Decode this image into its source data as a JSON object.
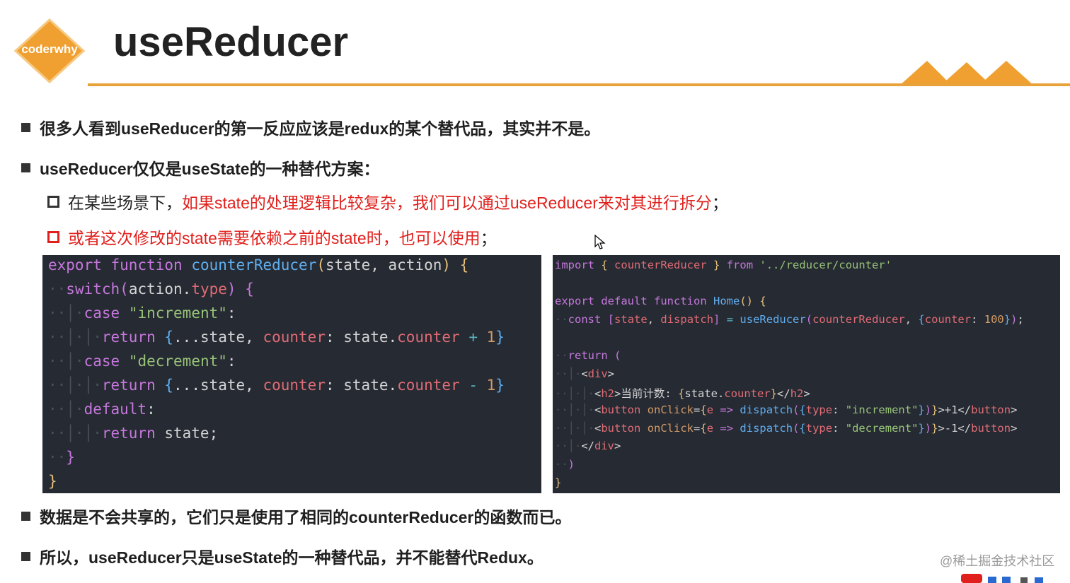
{
  "header": {
    "logo_text": "coderwhy",
    "title": "useReducer",
    "accent_color": "#e8a23a"
  },
  "bullets": {
    "b1": "很多人看到useReducer的第一反应应该是redux的某个替代品，其实并不是。",
    "b2": "useReducer仅仅是useState的一种替代方案：",
    "s1_black": "在某些场景下，",
    "s1_red": "如果state的处理逻辑比较复杂，我们可以通过useReducer来对其进行拆分",
    "s1_end": "；",
    "s2_red": "或者这次修改的state需要依赖之前的state时，也可以使用",
    "s2_end": "；",
    "b3": "数据是不会共享的，它们只是使用了相同的counterReducer的函数而已。",
    "b4": "所以，useReducer只是useState的一种替代品，并不能替代Redux。"
  },
  "code_left": [
    "export function counterReducer(state, action) {",
    "  switch(action.type) {",
    "    case \"increment\":",
    "      return {...state, counter: state.counter + 1}",
    "    case \"decrement\":",
    "      return {...state, counter: state.counter - 1}",
    "    default:",
    "      return state;",
    "  }",
    "}"
  ],
  "code_right": [
    "import { counterReducer } from '../reducer/counter'",
    "",
    "export default function Home() {",
    "  const [state, dispatch] = useReducer(counterReducer, {counter: 100});",
    "",
    "  return (",
    "    <div>",
    "      <h2>当前计数: {state.counter}</h2>",
    "      <button onClick={e => dispatch({type: \"increment\"})}>+1</button>",
    "      <button onClick={e => dispatch({type: \"decrement\"})}>-1</button>",
    "    </div>",
    "  )",
    "}"
  ],
  "watermark": "@稀土掘金技术社区"
}
